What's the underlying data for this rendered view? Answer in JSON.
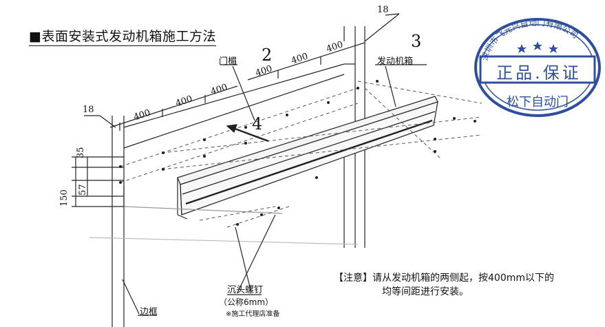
{
  "title": "■表面安装式发动机箱施工方法",
  "labels": {
    "door_lintel": "门楣",
    "motor_box": "发动机箱",
    "side_frame": "边框",
    "screw": "沉头螺钉",
    "screw_spec": "（公称6mm）",
    "screw_note": "※施工代理店准备"
  },
  "numbers": {
    "n2": "2",
    "n3": "3",
    "n4": "4",
    "dim_18_top": "18",
    "dim_18_left": "18",
    "dim_left_400s": [
      "400",
      "400",
      "400"
    ],
    "dim_right_400s": [
      "400",
      "400",
      "400"
    ],
    "dim_35": "35",
    "dim_57": "57",
    "dim_150": "150"
  },
  "note": {
    "line1": "【注意】请从发动机箱的两侧起，按400mm以下的",
    "line2": "均等间距进行安装。"
  },
  "stamp": {
    "main_text": "正品.保证",
    "bottom_text": "松下自动门",
    "ring_text": "深圳市飞元兴自动门有限公司",
    "color": "#2f4f9c"
  }
}
